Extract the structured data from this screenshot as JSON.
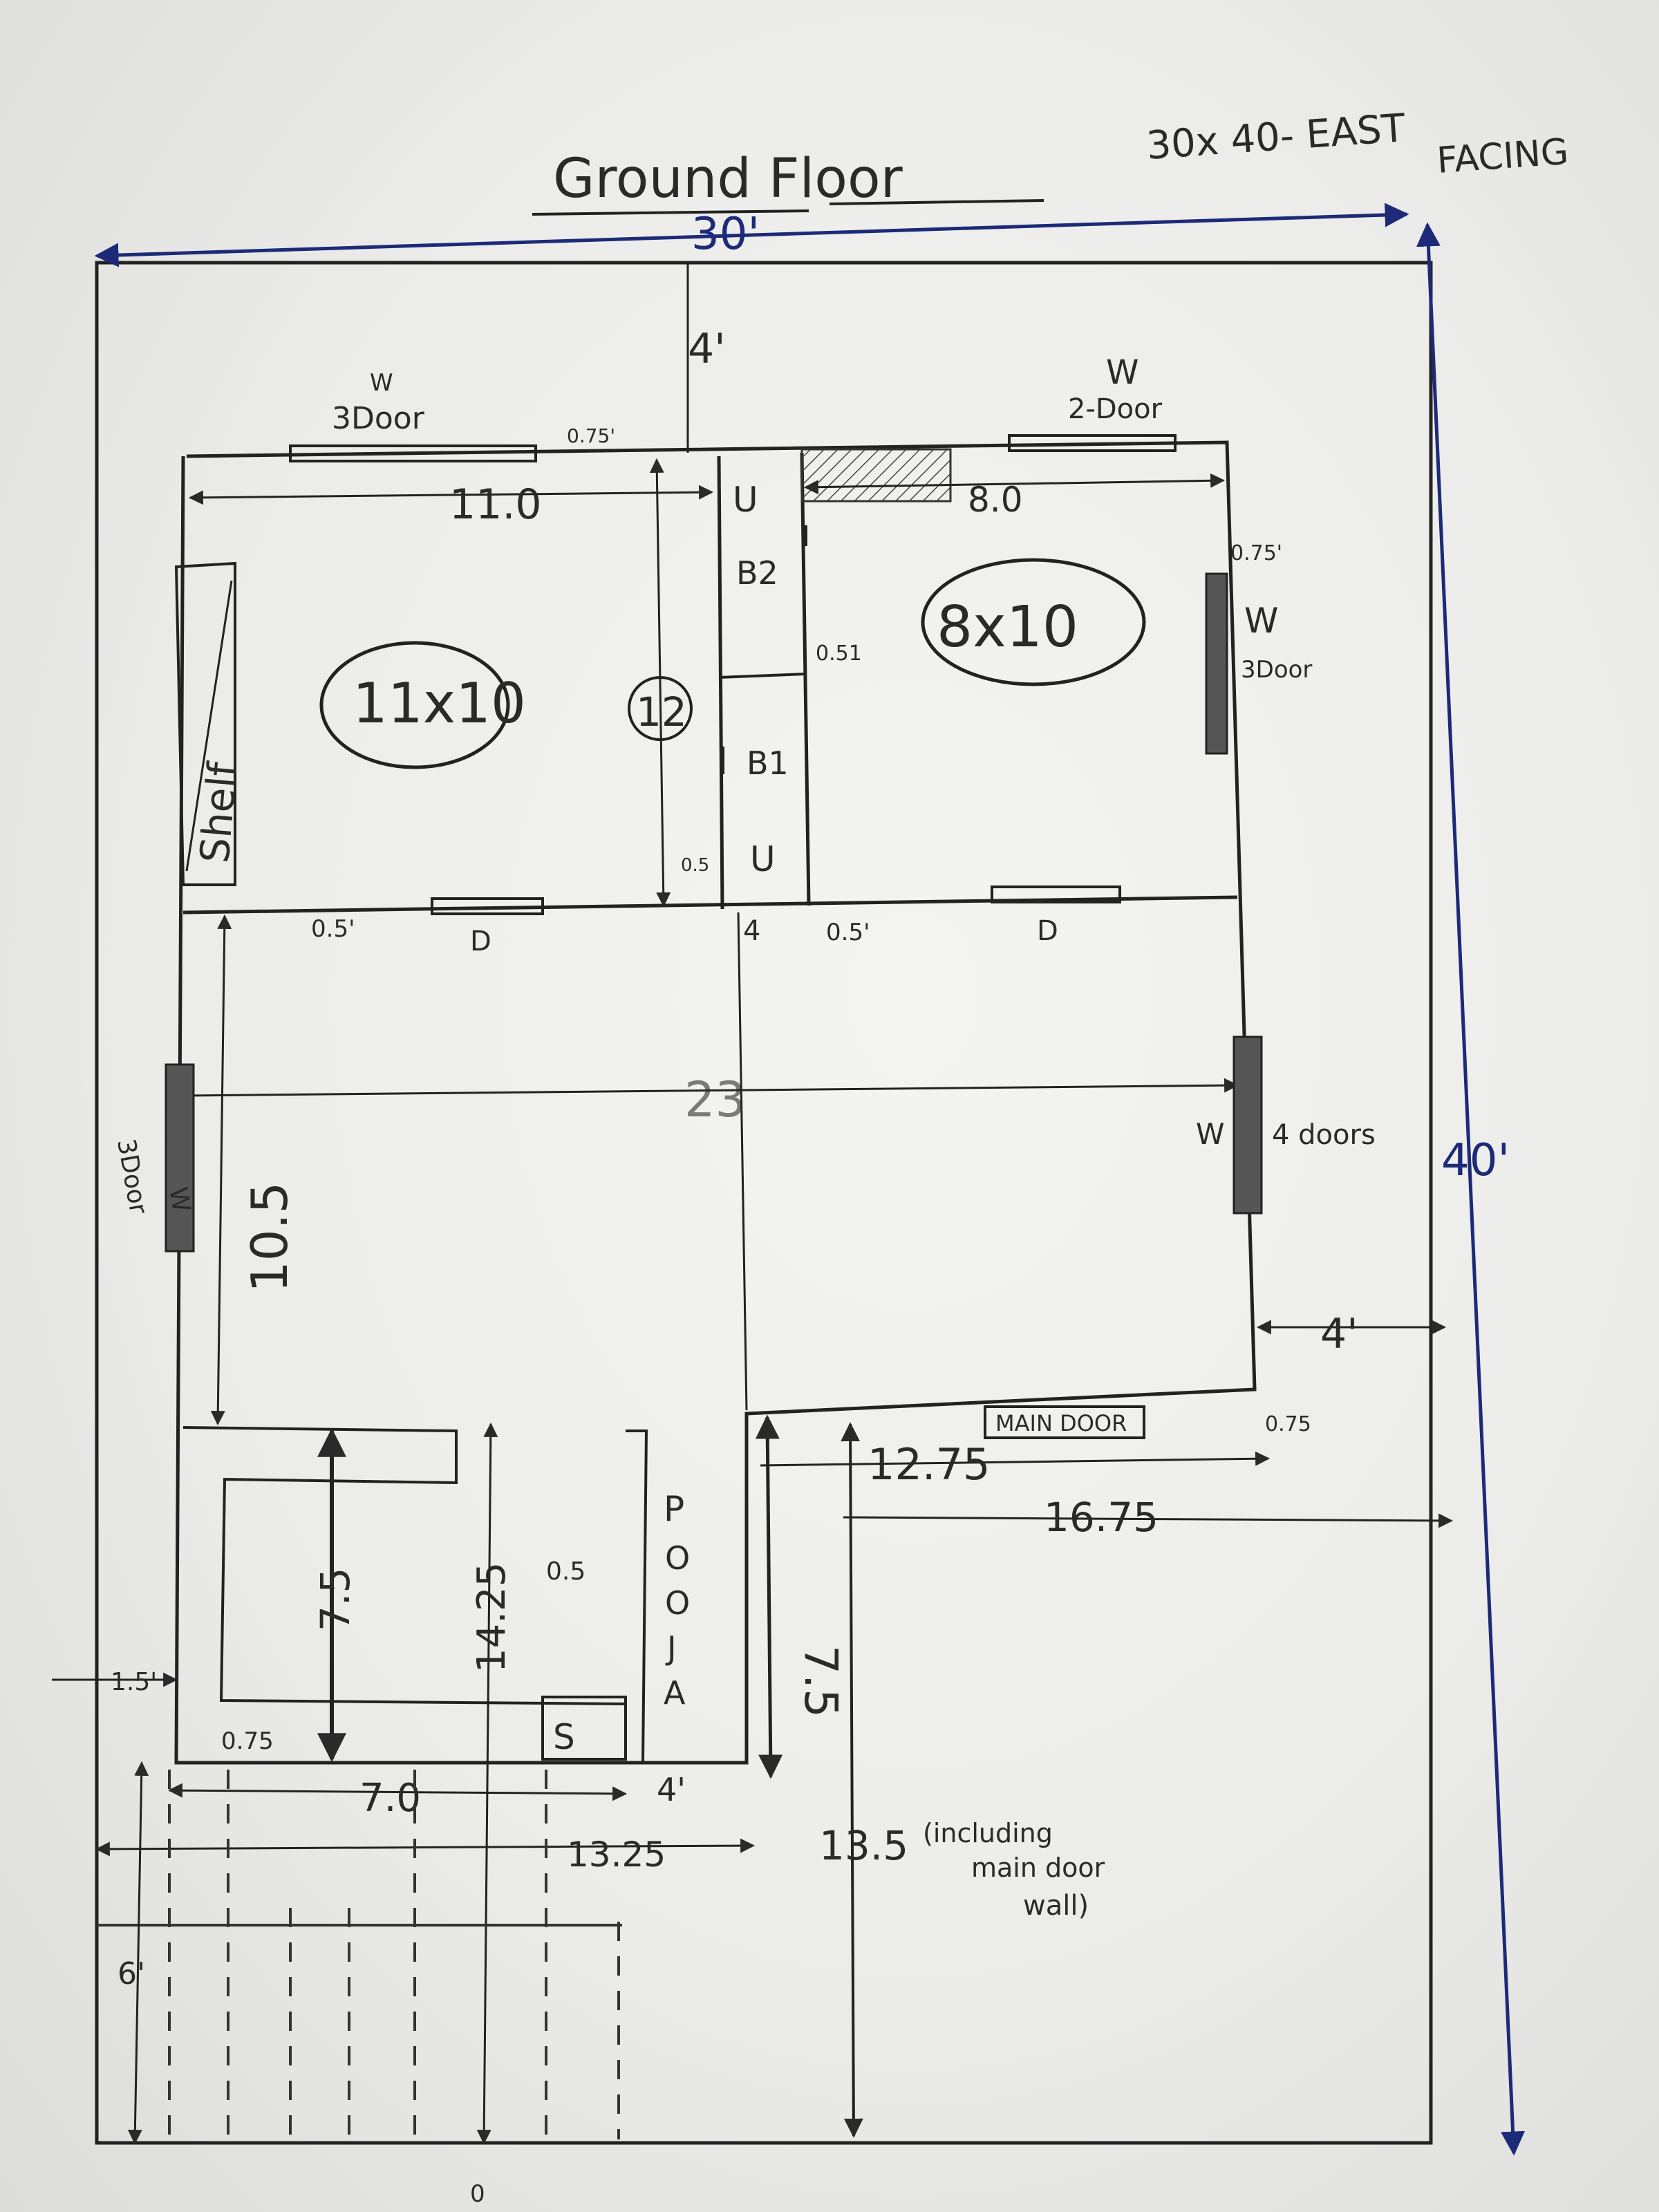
{
  "header": {
    "title": "Ground Floor",
    "plot_note": "30x 40- EAST",
    "plot_note_2": "FACING"
  },
  "overall": {
    "width": "30'",
    "depth": "40'",
    "front_setback": "4'",
    "side_setback": "4'"
  },
  "rooms": {
    "bedroom_left": {
      "size": "11x10",
      "width_dim": "11.0"
    },
    "bedroom_right": {
      "size": "8x10",
      "width_dim": "8.0"
    },
    "mid_tag": "12",
    "bath_1": "B1",
    "bath_2": "B2",
    "shelf": "Shelf",
    "pooja": [
      "P",
      "O",
      "O",
      "J",
      "A"
    ],
    "store": "S",
    "hall_width": "23"
  },
  "openings": {
    "window_top_left": "W",
    "window_top_left_door": "3Door",
    "window_top_right": "W",
    "window_top_right_door": "2-Door",
    "window_right": "W",
    "window_right_door": "3Door",
    "window_right_lower": "W",
    "window_right_lower_doors": "4 doors",
    "window_left": "W",
    "window_left_door": "3Door",
    "door_left": "D",
    "door_right": "D",
    "main_door": "MAIN DOOR"
  },
  "dimensions": {
    "wall_075_top_left": "0.75'",
    "wall_075_top_right": "0.75'",
    "wall_075_right": "0.75",
    "wall_05_left": "0.5'",
    "wall_05_mid": "0.5",
    "wall_051": "0.51",
    "wall_05_bottom": "0.5'",
    "dim_4_mid": "4",
    "dim_105": "10.5",
    "dim_75_kitchen": "7.5",
    "dim_1425": "14.25",
    "dim_75_pooja": "7.5",
    "dim_05_pooja": "0.5",
    "dim_15": "1.5'",
    "dim_075_bottom": "0.75",
    "dim_70": "7.0",
    "dim_4_bottom": "4'",
    "dim_1325": "13.25",
    "dim_1275": "12.75",
    "dim_1675": "16.75",
    "dim_135": "13.5",
    "dim_135_note": "(including",
    "dim_135_note_2": "main door",
    "dim_135_note_3": "wall)",
    "dim_6": "6'",
    "dim_0": "0"
  }
}
